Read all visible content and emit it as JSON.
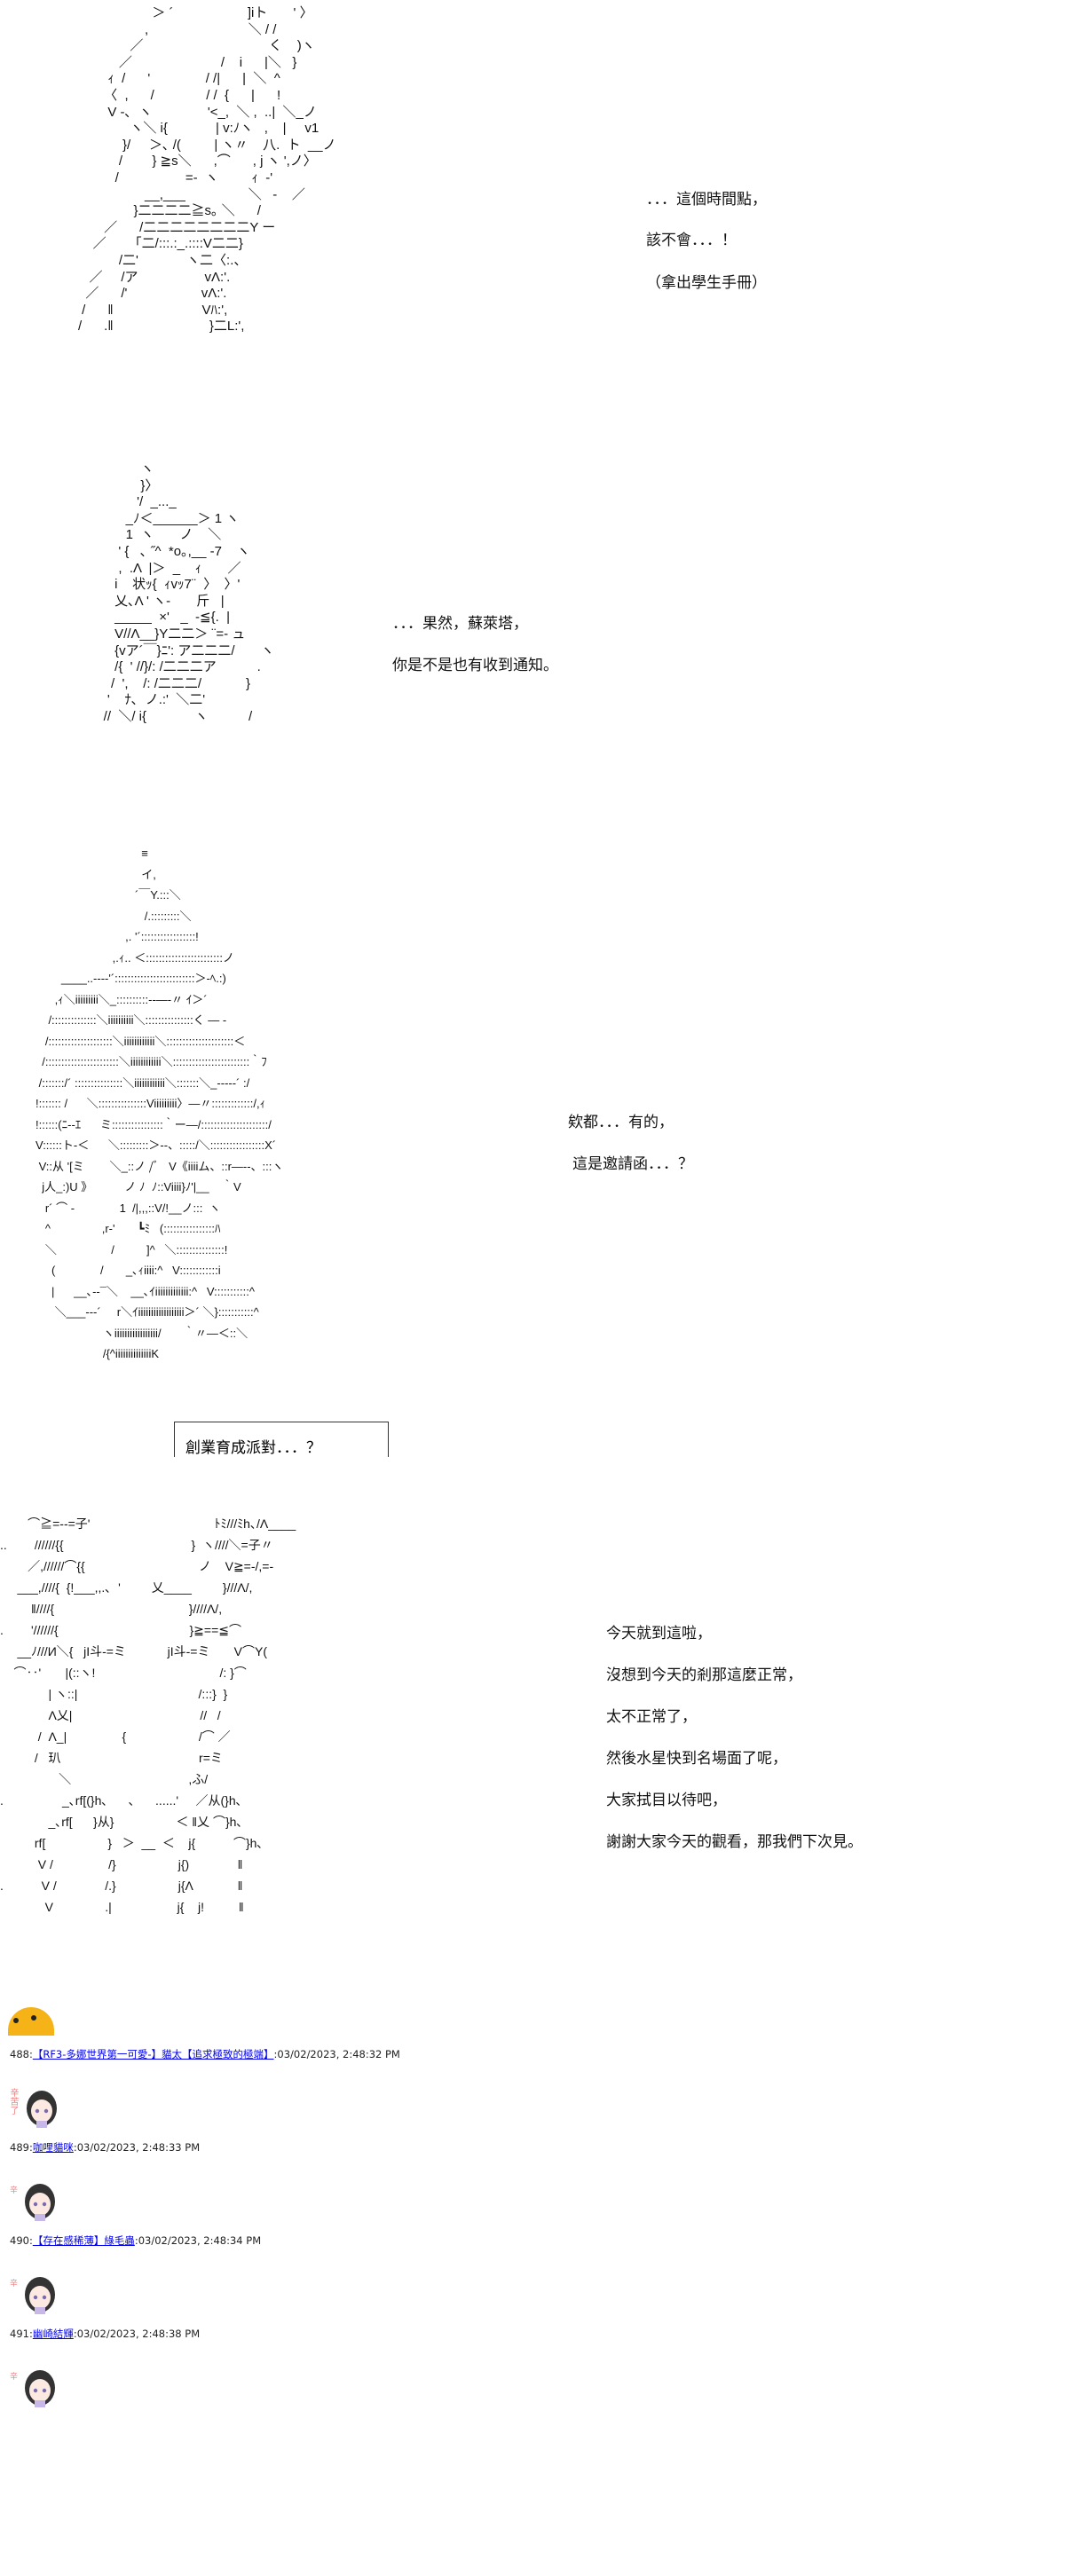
{
  "art": {
    "scene1": [
      "                    ＞ ´                    ]iト       ' 〉",
      "                  ,                           ＼ / /",
      "              ／                                  く    )ヽ",
      "           ／                        /    i      |＼   }",
      "        ｨ  /      '               / /|      |  ＼  ^",
      "       〈  ,      /              / /  {      |      !",
      "        V ‐､  ヽ               '<_,  ＼ ,  ..|  ＼_ノ",
      "              ヽ＼ i{             | v:ﾉヽ   ,    |     v1",
      "            }/     ＞､ /(         | ヽ〃    八.  ト  __ノ",
      "           /        } ≧s＼      ,⌒      , j ヽ ',ノ〉",
      "          /                  =-  ヽ         ｨ  ‐'",
      "                  __,___                 ＼   -    ／",
      "               }二二二二≧s｡ ＼      /",
      "       ／      /二二二二二二二二Y ー",
      "    ／      「二/:::.:_.::::V二二}",
      "           /二'             ヽ二〈:.、",
      "   ／     /ア                  vΛ:'.",
      "  ／      /'                    vΛ:'.",
      " /      ‖                        Vﾊ:',",
      "/      .‖                          }二L:',"
    ],
    "scene2": [
      "              ヽ",
      "              }〉",
      "             '/  _..._",
      "          _ﾉ＜______＞ 1 ヽ",
      "          1  ヽ       ノ    ＼",
      "        ' {   ､ ˝^  *o｡,__ ‐7    ヽ",
      "        ,  .Λ  |＞  _    ｨ       ／",
      "       i    状ｯ{  ｨvｯ7¨  〉  〉'",
      "       乂､Λ ' ヽ‐       斤   |",
      "       _____  ×'   _  ‐≦{.  |",
      "       V//Λ__}Y二二＞ ¨=‐ ュ",
      "       {vア´￣}ﾆ': ア二二二/       ヽ",
      "       /{  ' //}/: /二二二ア           .",
      "      /  ',    /: /二二二/            }",
      "     '    ﾅ､  ノ.:'  ＼二'",
      "    //  ＼/ i{             ヽ           /"
    ],
    "scene3": [
      "                                 ≡",
      "                                 イ,",
      "                               ´￣Y.:::＼",
      "                                  /.:::::::::＼",
      "                            ,. '´:::::::::::::::::!",
      "                        ,.ｨ.. ＜::::::::::::::::::::::::ノ",
      "        ____..--‐‐'´:::::::::::::::::::::::::＞‐ﾍ.:)",
      "      ,ｨ＼iiiiiiiii＼_::::::::::--―‐〃 ｲ＞´",
      "    /::::::::::::::＼iiiiiiiiii＼:::::::::::::::く ― ‐",
      "   /::::::::::::::::::::＼iiiiiiiiiiii＼:::::::::::::::::::::＜",
      "  /:::::::::::::::::::::::＼iiiiiiiiiiii＼::::::::::::::::::::::::｀ﾌ",
      " /:::::::/´ :::::::::::::::＼iiiiiiiiiiii＼:::::::＼_‐----´ :/",
      "!::::::: /      ＼:::::::::::::::Viiiiiiiii〉―〃:::::::::::::/,ｨ",
      "!::::::(ﾆ--ｴ      ミ::::::::::::::::｀ー―/:::::::::::::::::::::/",
      "V::::::ト-＜      ＼:::::::::＞--、:::::/＼:::::::::::::::::X´",
      " V::从 '[ミ        ＼_::ノ /ﾞ   V《iiiiム、::r―‐-、:::ヽ",
      "  j人_:)U 》          ノ ﾉ  ﾉ::Viiii}ﾉ'|__    ｀V",
      "   r´ ⌒ ‐              1  /|,,,::V/!__ノ:::  ヽ",
      "   ^                ,r‐'       ┗ﾐ   (::::::::::::::::ﾊ",
      "   ＼                 /          ]^   ＼:::::::::::::::!",
      "     (              /       _､ｨiiii:^   V::::::::::::i",
      "     |      __､‐-¯＼    __､ｲiiiiiiiiiiiii:^   V:::::::::::^",
      "      ＼___--‐´     r＼ｲiiiiiiiiiiiiiiiiii＞´ ＼}:::::::::::^",
      "                     ヽiiiiiiiiiiiiiiiii/       ｀〃―＜::＼",
      "                     /{^iiiiiiiiiiiiiiK"
    ],
    "scene4": [
      "        ⌒≧=--=子'                                    ﾄﾐ///ﾐh､/Λ____",
      "..        //////{{                                     }  ヽ////＼=子〃",
      "        ／,//////⌒{{                                 ノ    V≧=-/,=-",
      "     ___,////{  {!___,,.､  '         乂____         }///Λ/,",
      "         ‖////{                                       }////Λ/,",
      ".        '//////{                                      }≧==≦⌒",
      "     __ﾉ///И＼{   jI斗‐=ミ            jI斗‐=ミ       V⌒Y(",
      "    ⌒‥'       |(::ヽ!                                    /: }⌒",
      "              | ヽ::|                                   /:::}  }",
      "              Λ乂|                                     //   /",
      "           /  Λ_|                {                     /⌒ ／",
      "          /   玐                                        r=ミ",
      "                 ＼                                  ,ふ/",
      ".                 _､rf[(}h､      ､      ......'     ／从(}h､",
      "              _､rf[      }从}                  ＜ ‖乂 ⌒}h､",
      "          rf[                  }   ＞  __  ＜    j{           ⌒}h､",
      "           V /                /}                  j{)              ‖",
      ".           V /              /.}                  j{Λ             ‖",
      "             V               .|                   j{    j!          ‖"
    ]
  },
  "dialogue": {
    "scene1": [
      "．．．這個時間點，",
      "該不會．．．！",
      "（拿出學生手冊）"
    ],
    "scene2": [
      "．．．果然，蘇萊塔，",
      "你是不是也有收到通知。"
    ],
    "scene3": [
      "欸都．．．有的，",
      "這是邀請函．．．？"
    ],
    "caption_box": "創業育成派對．．．？",
    "scene4": [
      "今天就到這啦，",
      "沒想到今天的剎那這麼正常，",
      "太不正常了，",
      "然後水星快到名場面了呢，",
      "大家拭目以待吧，",
      "謝謝大家今天的觀看，那我們下次見。"
    ]
  },
  "comments": [
    {
      "number": "488:",
      "author": "【RF3-多娜世界第一可愛-】貓太【追求極致的極端】",
      "time": ":03/02/2023, 2:48:32 PM"
    },
    {
      "number": "489:",
      "author": "咖哩貓咪",
      "time": ":03/02/2023, 2:48:33 PM"
    },
    {
      "number": "490:",
      "author": "【存在感稀薄】綠毛蟲",
      "time": ":03/02/2023, 2:48:34 PM"
    },
    {
      "number": "491:",
      "author": "幽崎結輝",
      "time": ":03/02/2023, 2:48:38 PM"
    }
  ],
  "avatar_sticker_text": "辛苦了",
  "colors": {
    "link": "#0000ee",
    "blob": "#f5b317"
  }
}
